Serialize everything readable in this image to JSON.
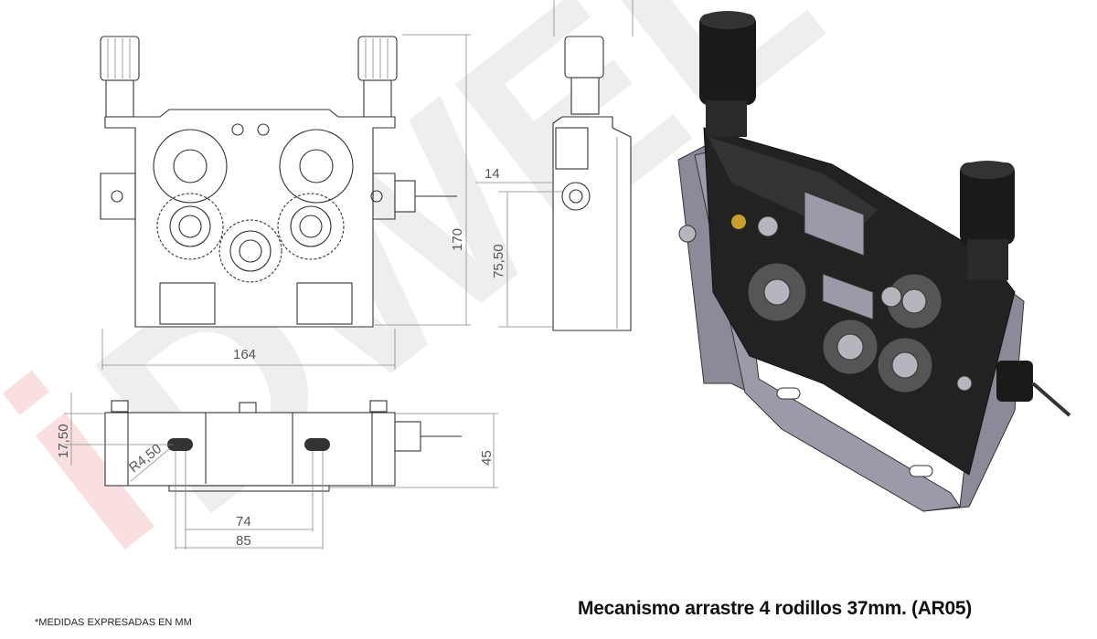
{
  "title": "Mecanismo arrastre 4 rodillos 37mm.  (AR05)",
  "note": "*MEDIDAS EXPRESADAS EN MM",
  "watermark": {
    "text": "iDWELD",
    "color": "#e04040"
  },
  "dimensions": {
    "front_width": "164",
    "front_height": "170",
    "side_offset": "14",
    "side_height": "75,50",
    "bottom_offset": "17,50",
    "bottom_height": "45",
    "slot_radius": "R4,50",
    "slot_inner": "74",
    "slot_outer": "85"
  },
  "colors": {
    "metal": "#8a8a98",
    "dark": "#1e1e1e",
    "brass": "#c9a030"
  }
}
